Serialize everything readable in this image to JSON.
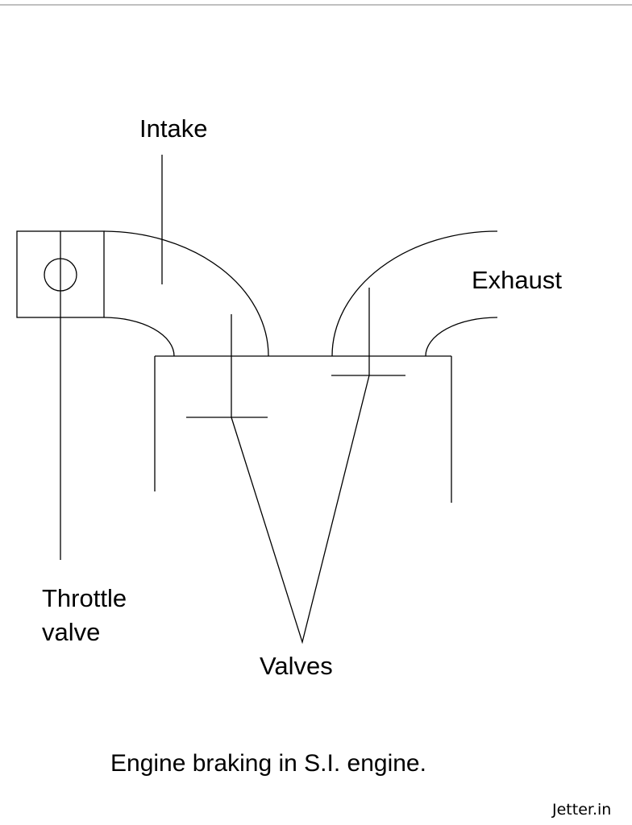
{
  "labels": {
    "intake": "Intake",
    "exhaust": "Exhaust",
    "throttle_line1": "Throttle",
    "throttle_line2": "valve",
    "valves": "Valves"
  },
  "caption": "Engine braking in S.I. engine.",
  "watermark": "Jetter.in"
}
